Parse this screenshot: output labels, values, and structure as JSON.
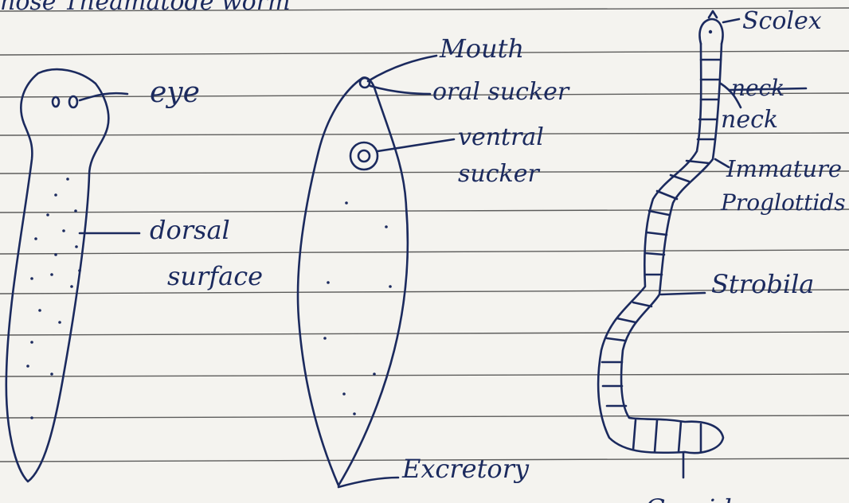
{
  "heading": "nose Theamatode worm",
  "diagrams": {
    "planaria": {
      "labels": {
        "eye": "eye",
        "dorsal_1": "dorsal",
        "dorsal_2": "surface"
      }
    },
    "fluke": {
      "labels": {
        "mouth": "Mouth",
        "oral_sucker": "oral sucker",
        "ventral_1": "ventral",
        "ventral_2": "sucker",
        "excretory": "Excretory"
      }
    },
    "tapeworm": {
      "labels": {
        "scolex": "Scolex",
        "neck_struck": "neck",
        "neck": "neck",
        "immature_1": "Immature",
        "immature_2": "Proglottids",
        "strobila": "Strobila",
        "bottom_partial": "Gravid"
      }
    }
  },
  "ink_color": "#1b2a5e",
  "paper_color": "#f4f3ef"
}
